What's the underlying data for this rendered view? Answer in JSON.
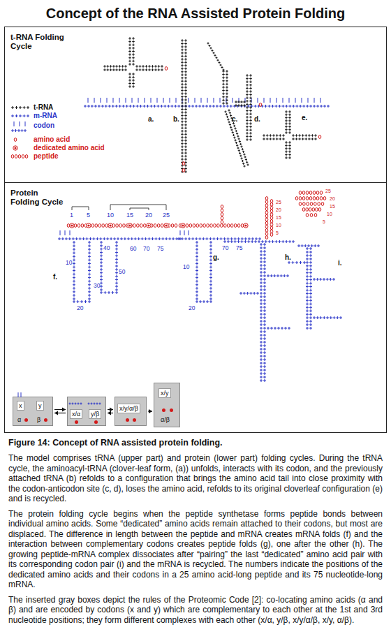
{
  "diagram": {
    "title": "Concept of the RNA Assisted Protein Folding",
    "caption": "Figure 14: Concept of RNA assisted protein folding.",
    "nodes": [
      {
        "text": [
          "t-RNA Folding Cycle"
        ]
      },
      {
        "text": [
          "Protein Folding Cycle"
        ]
      },
      {
        "text": [
          "x",
          "y",
          "α",
          "β"
        ],
        "in": 1
      },
      {
        "text": [
          "x/α",
          "y/β"
        ],
        "in": 1
      },
      {
        "text": [
          "x/y/α/β"
        ],
        "in": 1
      },
      {
        "text": [
          "x/y",
          "α/β"
        ],
        "in": 1
      }
    ],
    "edges": [
      {
        "from": 2,
        "to": 3,
        "arrow": "both"
      },
      {
        "from": 3,
        "to": 4,
        "arrow": "both"
      },
      {
        "from": 4,
        "to": 5,
        "arrow": "to"
      }
    ],
    "labels": [
      "a.",
      "b.",
      "c.",
      "d.",
      "e.",
      "1",
      "5",
      "10",
      "15",
      "20",
      "25",
      "10",
      "20",
      "30",
      "40",
      "50",
      "60",
      "70",
      "75",
      "f.",
      "10",
      "20",
      "70",
      "75",
      "g.",
      "5",
      "10",
      "15",
      "20",
      "25",
      "h.",
      "5",
      "10",
      "15",
      "20",
      "25",
      "i.",
      "The model comprises tRNA (upper part) and protein (lower part) folding cycles. During the tRNA cycle, the aminoacyl-tRNA (clover-leaf form, (a)) unfolds, interacts with its codon, and the previously attached tRNA (b) refolds to a configuration that brings the amino acid tail into close proximity with the codon-anticodon site (c, d), loses the amino acid, refolds to its original cloverleaf configuration (e) and is recycled.",
      "The protein folding cycle begins when the peptide synthetase forms peptide bonds between individual amino acids. Some “dedicated” amino acids remain attached to their codons, but most are displaced. The difference in length between the peptide and mRNA creates mRNA folds (f) and the interaction between complementary codons creates peptide folds (g), one after the other (h). The growing peptide-mRNA complex dissociates after “pairing” the last “dedicated” amino acid pair with its corresponding codon pair (i) and the mRNA is recycled. The numbers indicate the positions of the dedicated amino acids and their codons in a 25 amino acid-long peptide and its 75 nucleotide-long mRNA.",
      "The inserted gray boxes depict the rules of the Proteomic Code [2]: co-locating amino acids (α and β) and are encoded by codons (x and y) which are complementary to each other at the 1st and 3rd nucleotide positions; they form different complexes with each other (x/α, y/β, x/y/α/β, x/y, α/β)."
    ],
    "legend": [
      {
        "text": "t-RNA"
      },
      {
        "text": "m-RNA"
      },
      {
        "text": "codon"
      },
      {
        "text": "amino acid"
      },
      {
        "text": "dedicated amino acid"
      },
      {
        "text": "peptide"
      }
    ]
  }
}
